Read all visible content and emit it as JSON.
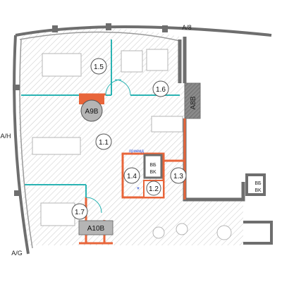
{
  "axes": {
    "a8": "A/8",
    "ah": "A/H",
    "ag": "A/G"
  },
  "rooms": {
    "r1_1": "1.1",
    "r1_2": "1.2",
    "r1_3": "1.3",
    "r1_4": "1.4",
    "r1_5": "1.5",
    "r1_6": "1.6",
    "r1_7": "1.7"
  },
  "tags": {
    "a9b": "A9B",
    "a8b": "A8B",
    "a10b": "A10B",
    "bk_left": "BK",
    "bk_right": "BK",
    "vb": "ВБ",
    "riser_ne": "ВБ"
  },
  "small_label": "приемд",
  "colors": {
    "wall": "#6e6e6e",
    "partition": "#e8653a",
    "glass": "#2ab3b3",
    "hatch": "#bdbdbd",
    "furniture": "#c8c8c8",
    "accent_blue": "#2d4fd6"
  }
}
